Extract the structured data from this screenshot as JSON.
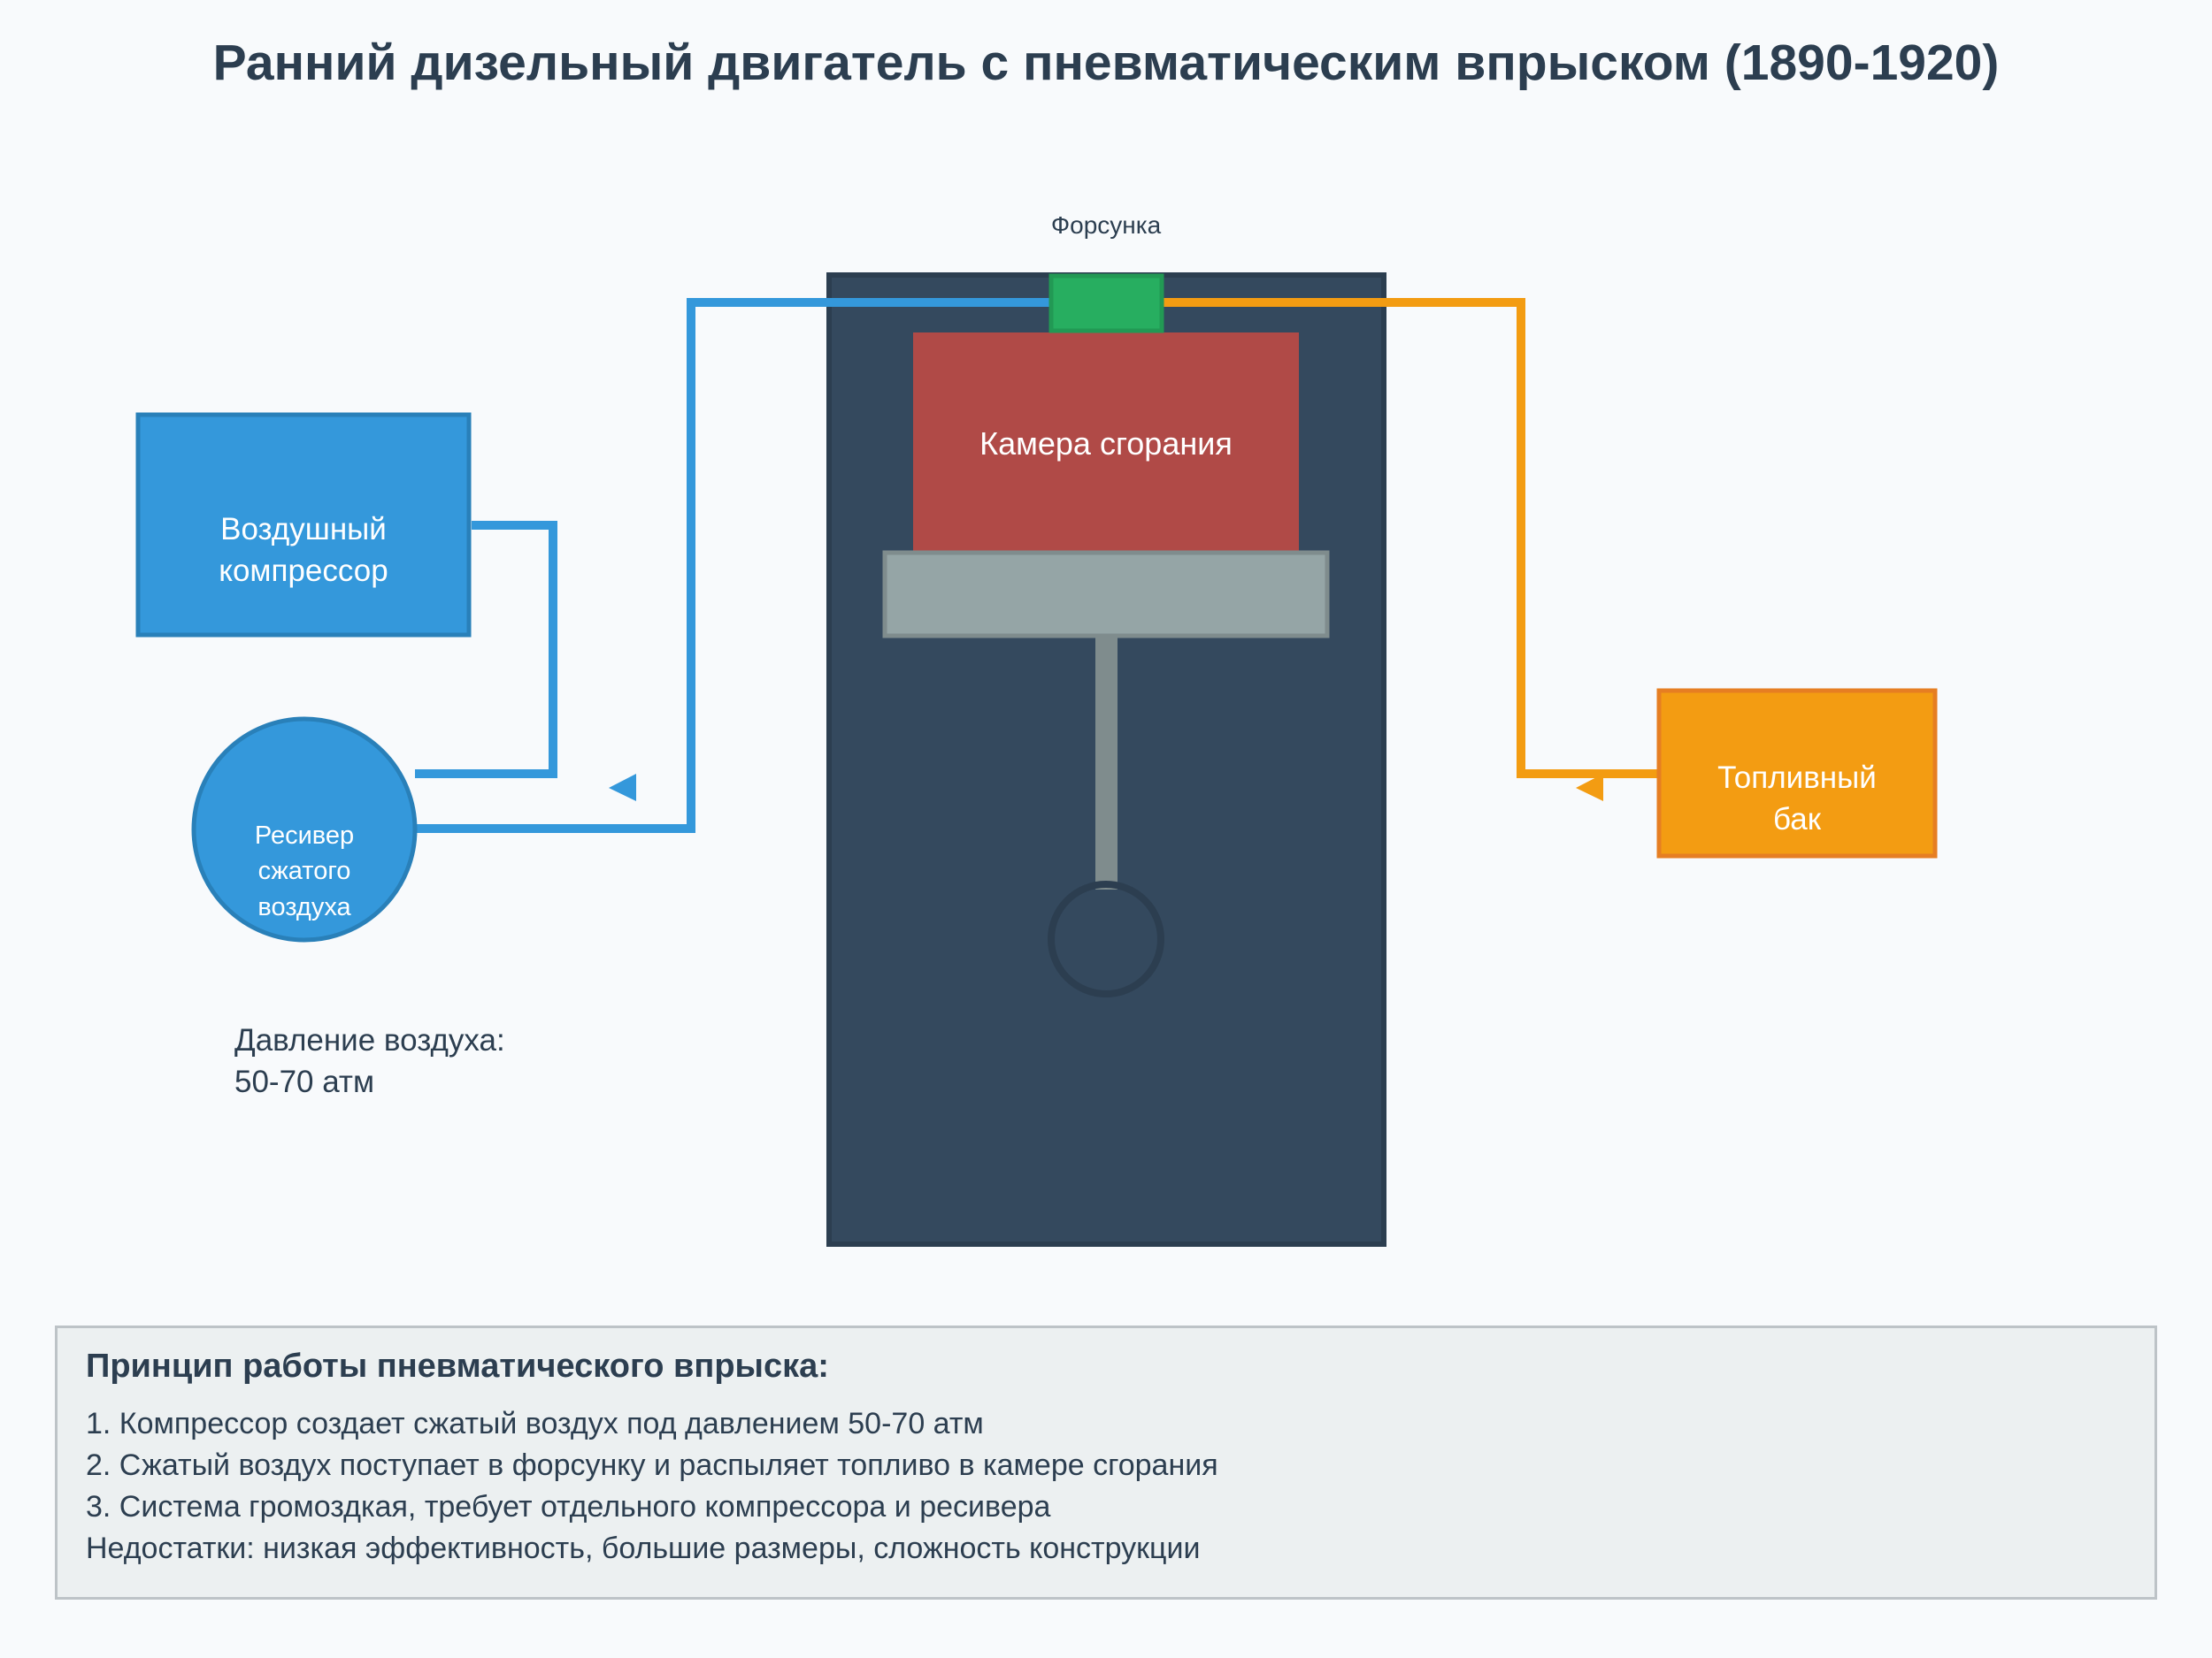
{
  "title": "Ранний дизельный двигатель с пневматическим впрыском (1890-1920)",
  "injector": {
    "label": "Форсунка"
  },
  "combustion_chamber": {
    "label": "Камера сгорания"
  },
  "air_compressor": {
    "line1": "Воздушный",
    "line2": "компрессор"
  },
  "receiver": {
    "line1": "Ресивер",
    "line2": "сжатого",
    "line3": "воздуха"
  },
  "fuel_tank": {
    "line1": "Топливный",
    "line2": "бак"
  },
  "pressure_note": {
    "line1": "Давление воздуха:",
    "line2": "50-70 атм"
  },
  "info": {
    "heading": "Принцип работы пневматического впрыска:",
    "lines": [
      "1. Компрессор создает сжатый воздух под давлением 50-70 атм",
      "2. Сжатый воздух поступает в форсунку и распыляет топливо в камере сгорания",
      "3. Система громоздкая, требует отдельного компрессора и ресивера",
      "Недостатки: низкая эффективность, большие размеры, сложность конструкции"
    ]
  },
  "colors": {
    "background": "#f8fafc",
    "engine_block": "#34495e",
    "combustion_chamber": "#b04a47",
    "piston": "#95a5a6",
    "injector": "#27ae60",
    "air": "#3498db",
    "fuel": "#f39c12",
    "text_dark": "#2c3e50"
  }
}
